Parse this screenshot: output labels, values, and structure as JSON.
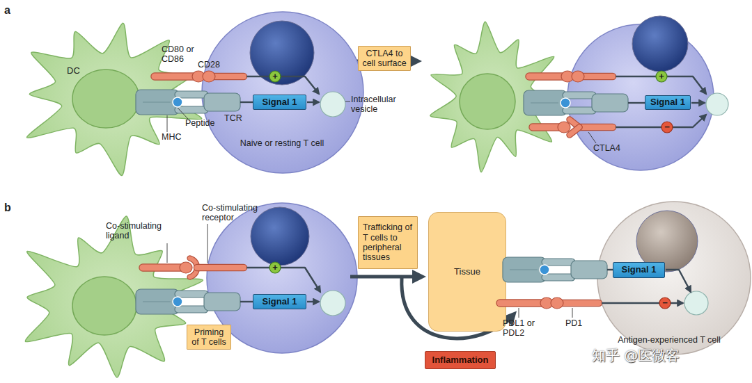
{
  "diagram": {
    "nodes": [
      {
        "text": [
          "DC"
        ]
      },
      {
        "text": [
          "Naive or resting T cell"
        ]
      },
      {
        "text": [
          "Signal 1"
        ],
        "in": 1
      },
      {
        "text": [
          "CTLA4 to cell surface"
        ]
      },
      {
        "text": [
          "Signal 1"
        ]
      },
      {
        "text": [
          "Signal 1"
        ]
      },
      {
        "text": [
          "Priming of T cells"
        ]
      },
      {
        "text": [
          "Trafficking of T cells to peripheral tissues"
        ]
      },
      {
        "text": [
          "Tissue"
        ]
      },
      {
        "text": [
          "Antigen-experienced T cell"
        ]
      },
      {
        "text": [
          "Signal 1"
        ],
        "in": 9
      },
      {
        "text": [
          "Inflammation"
        ]
      }
    ],
    "labels": [
      "a",
      "CD80 or CD86",
      "CD28",
      "Peptide",
      "MHC",
      "TCR",
      "Intracellular vesicle",
      "+",
      "CTLA4",
      "+",
      "−",
      "b",
      "Co-stimulating ligand",
      "Co-stimulating receptor",
      "+",
      "PDL1 or PDL2",
      "PD1",
      "−",
      "知乎 @医微客"
    ]
  }
}
